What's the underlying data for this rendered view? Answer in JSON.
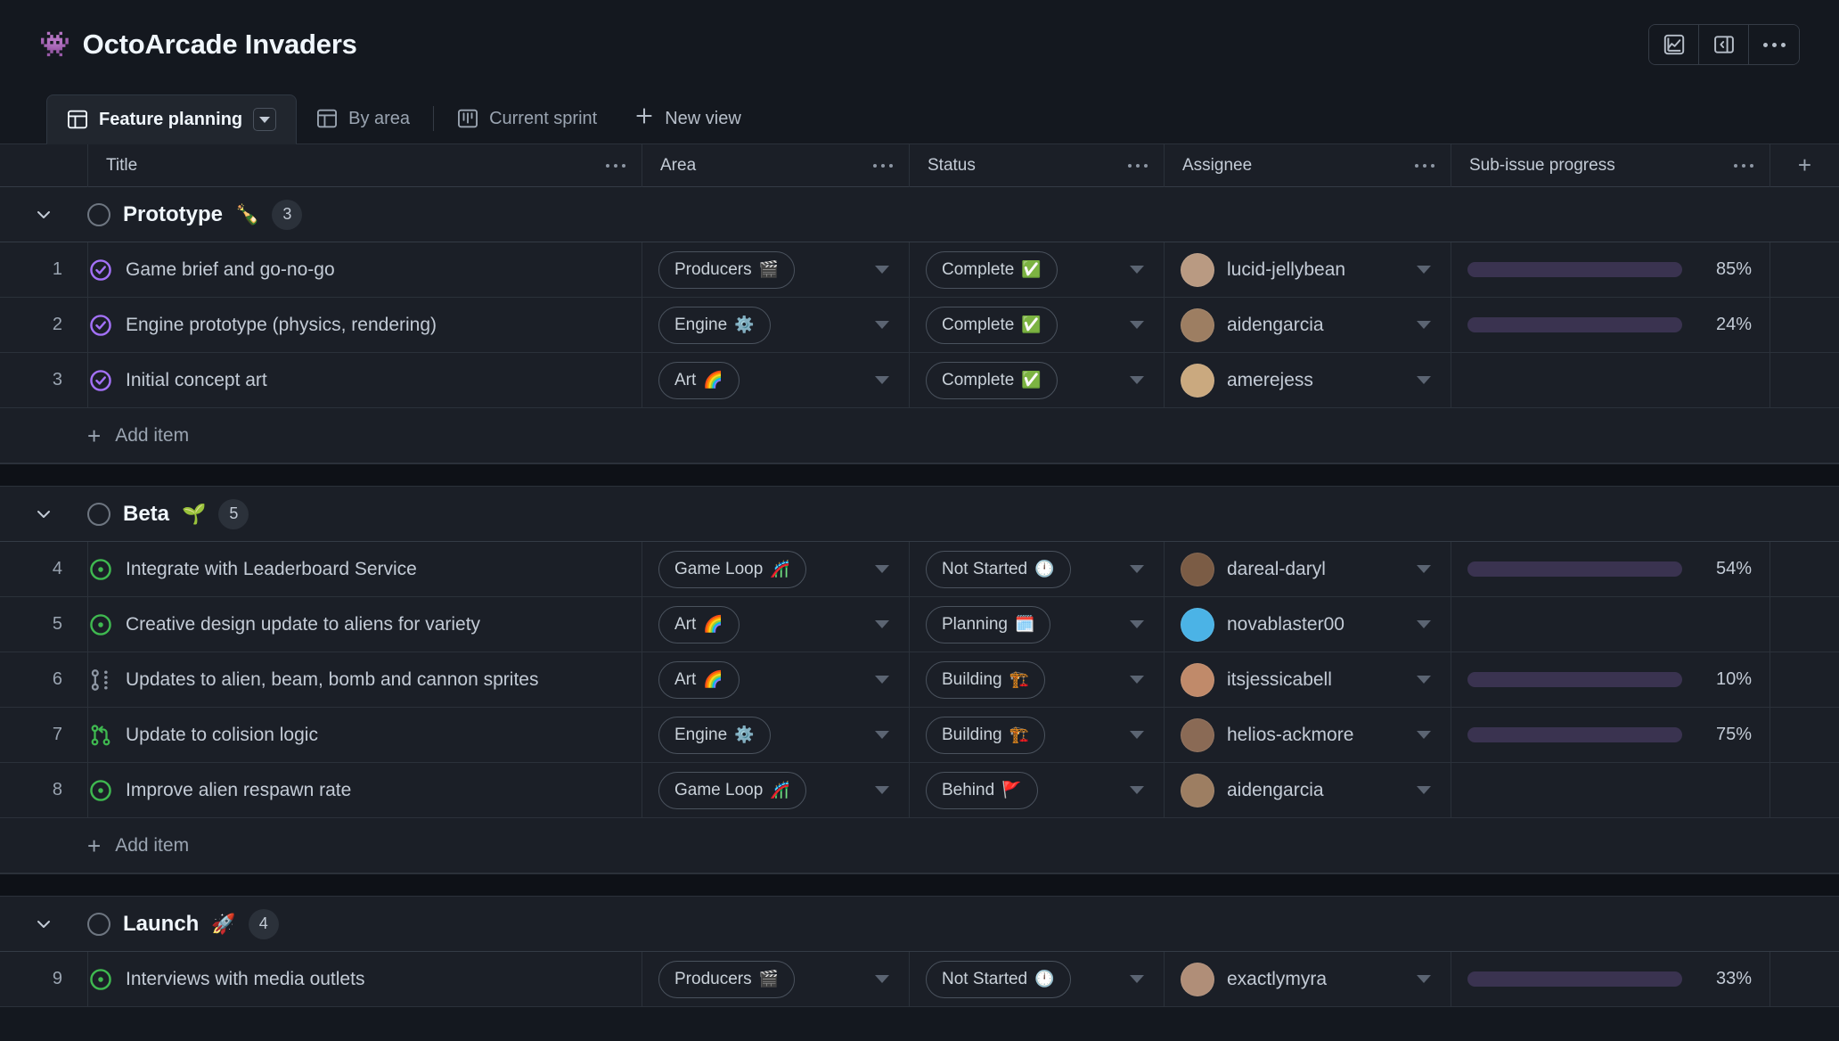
{
  "header": {
    "title": "OctoArcade Invaders",
    "title_emoji": "👾",
    "actions": [
      {
        "name": "insights-icon",
        "label": "Insights"
      },
      {
        "name": "side-panel-icon",
        "label": "Toggle side panel"
      },
      {
        "name": "more-options-icon",
        "label": "More options"
      }
    ]
  },
  "tabs": [
    {
      "label": "Feature planning",
      "icon": "table-view-icon",
      "active": true,
      "has_caret": true
    },
    {
      "label": "By area",
      "icon": "table-view-icon",
      "active": false,
      "has_caret": false
    },
    {
      "label": "Current sprint",
      "icon": "board-view-icon",
      "active": false,
      "has_caret": false
    }
  ],
  "new_view_label": "New view",
  "columns": [
    {
      "key": "title",
      "label": "Title"
    },
    {
      "key": "area",
      "label": "Area"
    },
    {
      "key": "status",
      "label": "Status"
    },
    {
      "key": "assignee",
      "label": "Assignee"
    },
    {
      "key": "progress",
      "label": "Sub-issue progress"
    }
  ],
  "add_column_label": "+",
  "add_item_label": "Add item",
  "colors": {
    "accent_purple": "#8957f6",
    "progress_track": "#3a3350",
    "closed_issue": "#a371f7",
    "open_issue": "#3fb950",
    "row_bg": "#1b1f27",
    "page_bg": "#14181f",
    "group_gap": "#0e1117"
  },
  "groups": [
    {
      "name": "Prototype",
      "emoji": "🍾",
      "count": "3",
      "collapsed": false,
      "rows": [
        {
          "num": "1",
          "icon": "closed-issue-icon",
          "title": "Game brief and go-no-go",
          "area": "Producers",
          "area_emoji": "🎬",
          "status": "Complete",
          "status_emoji": "✅",
          "assignee": "lucid-jellybean",
          "avatar_color": "#b99a82",
          "progress": 85,
          "progress_label": "85%"
        },
        {
          "num": "2",
          "icon": "closed-issue-icon",
          "title": "Engine prototype (physics, rendering)",
          "area": "Engine",
          "area_emoji": "⚙️",
          "status": "Complete",
          "status_emoji": "✅",
          "assignee": "aidengarcia",
          "avatar_color": "#9d7e62",
          "progress": 24,
          "progress_label": "24%"
        },
        {
          "num": "3",
          "icon": "closed-issue-icon",
          "title": "Initial concept art",
          "area": "Art",
          "area_emoji": "🌈",
          "status": "Complete",
          "status_emoji": "✅",
          "assignee": "amerejess",
          "avatar_color": "#caa97f",
          "progress": null,
          "progress_label": ""
        }
      ]
    },
    {
      "name": "Beta",
      "emoji": "🌱",
      "count": "5",
      "collapsed": false,
      "rows": [
        {
          "num": "4",
          "icon": "open-issue-icon",
          "title": "Integrate with Leaderboard Service",
          "area": "Game Loop",
          "area_emoji": "🎢",
          "status": "Not Started",
          "status_emoji": "🕛",
          "assignee": "dareal-daryl",
          "avatar_color": "#7b5c45",
          "progress": 54,
          "progress_label": "54%"
        },
        {
          "num": "5",
          "icon": "open-issue-icon",
          "title": "Creative design update to aliens for variety",
          "area": "Art",
          "area_emoji": "🌈",
          "status": "Planning",
          "status_emoji": "🗓️",
          "assignee": "novablaster00",
          "avatar_color": "#4bb3e6",
          "progress": null,
          "progress_label": ""
        },
        {
          "num": "6",
          "icon": "draft-pr-icon",
          "title": "Updates to alien, beam, bomb and cannon sprites",
          "area": "Art",
          "area_emoji": "🌈",
          "status": "Building",
          "status_emoji": "🏗️",
          "assignee": "itsjessicabell",
          "avatar_color": "#c08a6a",
          "progress": 10,
          "progress_label": "10%"
        },
        {
          "num": "7",
          "icon": "open-pr-icon",
          "title": "Update to colision logic",
          "area": "Engine",
          "area_emoji": "⚙️",
          "status": "Building",
          "status_emoji": "🏗️",
          "assignee": "helios-ackmore",
          "avatar_color": "#8a6a55",
          "progress": 75,
          "progress_label": "75%"
        },
        {
          "num": "8",
          "icon": "open-issue-icon",
          "title": "Improve alien respawn rate",
          "area": "Game Loop",
          "area_emoji": "🎢",
          "status": "Behind",
          "status_emoji": "🚩",
          "assignee": "aidengarcia",
          "avatar_color": "#9d7e62",
          "progress": null,
          "progress_label": ""
        }
      ]
    },
    {
      "name": "Launch",
      "emoji": "🚀",
      "count": "4",
      "collapsed": false,
      "rows": [
        {
          "num": "9",
          "icon": "open-issue-icon",
          "title": "Interviews with media outlets",
          "area": "Producers",
          "area_emoji": "🎬",
          "status": "Not Started",
          "status_emoji": "🕛",
          "assignee": "exactlymyra",
          "avatar_color": "#b08e78",
          "progress": 33,
          "progress_label": "33%"
        }
      ]
    }
  ]
}
